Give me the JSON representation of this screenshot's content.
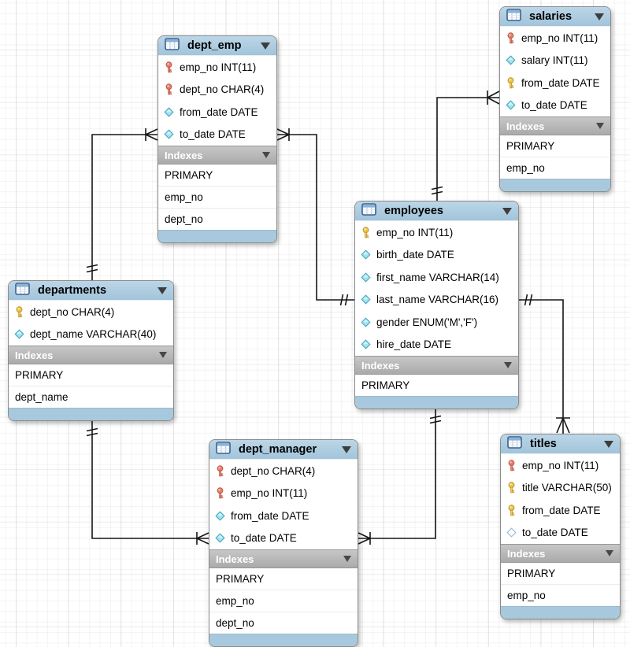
{
  "colors": {
    "table_header_blue": "#aac9dd",
    "table_footer_blue": "#a8c9dd",
    "indexes_bar_gray": "#b4b4b4",
    "table_border": "#8b8b8b",
    "connector_line": "#161616",
    "primary_key_icon_color": "#f2c94c",
    "foreign_key_icon_color": "#e5816c",
    "column_icon_color": "#a3e3f0",
    "canvas_background": "#ffffff"
  },
  "icons": {
    "primary-key": "gold key",
    "foreign-key": "red key",
    "column": "filled cyan diamond",
    "nullable-column": "hollow diamond",
    "collapse": "triangle-down",
    "table": "table-grid"
  },
  "diagram": {
    "tables": [
      {
        "id": "dept_emp",
        "name": "dept_emp",
        "indexes_label": "Indexes",
        "columns": [
          {
            "icon": "foreign-key",
            "text": "emp_no INT(11)"
          },
          {
            "icon": "foreign-key",
            "text": "dept_no CHAR(4)"
          },
          {
            "icon": "column",
            "text": "from_date DATE"
          },
          {
            "icon": "column",
            "text": "to_date DATE"
          }
        ],
        "indexes": [
          "PRIMARY",
          "emp_no",
          "dept_no"
        ]
      },
      {
        "id": "salaries",
        "name": "salaries",
        "indexes_label": "Indexes",
        "columns": [
          {
            "icon": "foreign-key",
            "text": "emp_no INT(11)"
          },
          {
            "icon": "column",
            "text": "salary INT(11)"
          },
          {
            "icon": "primary-key",
            "text": "from_date DATE"
          },
          {
            "icon": "column",
            "text": "to_date DATE"
          }
        ],
        "indexes": [
          "PRIMARY",
          "emp_no"
        ]
      },
      {
        "id": "employees",
        "name": "employees",
        "indexes_label": "Indexes",
        "columns": [
          {
            "icon": "primary-key",
            "text": "emp_no INT(11)"
          },
          {
            "icon": "column",
            "text": "birth_date DATE"
          },
          {
            "icon": "column",
            "text": "first_name VARCHAR(14)"
          },
          {
            "icon": "column",
            "text": "last_name VARCHAR(16)"
          },
          {
            "icon": "column",
            "text": "gender ENUM('M','F')"
          },
          {
            "icon": "column",
            "text": "hire_date DATE"
          }
        ],
        "indexes": [
          "PRIMARY"
        ]
      },
      {
        "id": "departments",
        "name": "departments",
        "indexes_label": "Indexes",
        "columns": [
          {
            "icon": "primary-key",
            "text": "dept_no CHAR(4)"
          },
          {
            "icon": "column",
            "text": "dept_name VARCHAR(40)"
          }
        ],
        "indexes": [
          "PRIMARY",
          "dept_name"
        ]
      },
      {
        "id": "dept_manager",
        "name": "dept_manager",
        "indexes_label": "Indexes",
        "columns": [
          {
            "icon": "foreign-key",
            "text": "dept_no CHAR(4)"
          },
          {
            "icon": "foreign-key",
            "text": "emp_no INT(11)"
          },
          {
            "icon": "column",
            "text": "from_date DATE"
          },
          {
            "icon": "column",
            "text": "to_date DATE"
          }
        ],
        "indexes": [
          "PRIMARY",
          "emp_no",
          "dept_no"
        ]
      },
      {
        "id": "titles",
        "name": "titles",
        "indexes_label": "Indexes",
        "columns": [
          {
            "icon": "foreign-key",
            "text": "emp_no INT(11)"
          },
          {
            "icon": "primary-key",
            "text": "title VARCHAR(50)"
          },
          {
            "icon": "primary-key",
            "text": "from_date DATE"
          },
          {
            "icon": "nullable-column",
            "text": "to_date DATE"
          }
        ],
        "indexes": [
          "PRIMARY",
          "emp_no"
        ]
      }
    ],
    "relationships": [
      {
        "one": "departments",
        "many": "dept_emp",
        "cardinality": "1:n",
        "one_end": "double bar",
        "many_end": "crow's foot with bar"
      },
      {
        "one": "employees",
        "many": "dept_emp",
        "cardinality": "1:n",
        "one_end": "double bar",
        "many_end": "crow's foot with bar"
      },
      {
        "one": "employees",
        "many": "salaries",
        "cardinality": "1:n",
        "one_end": "double bar",
        "many_end": "crow's foot with bar"
      },
      {
        "one": "employees",
        "many": "titles",
        "cardinality": "1:n",
        "one_end": "double bar",
        "many_end": "crow's foot with bar"
      },
      {
        "one": "departments",
        "many": "dept_manager",
        "cardinality": "1:n",
        "one_end": "double bar",
        "many_end": "crow's foot with bar"
      },
      {
        "one": "employees",
        "many": "dept_manager",
        "cardinality": "1:n",
        "one_end": "double bar",
        "many_end": "crow's foot with bar"
      }
    ]
  }
}
